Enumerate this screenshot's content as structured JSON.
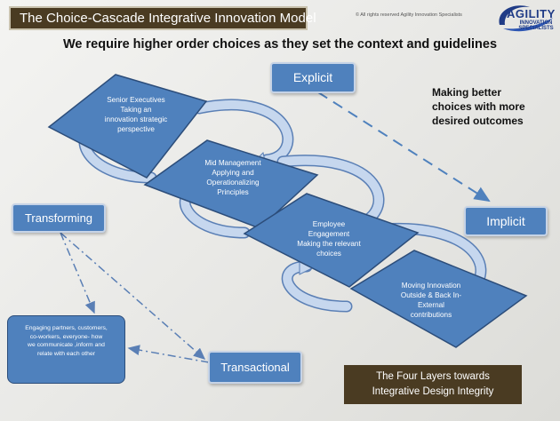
{
  "slide": {
    "title": "The Choice-Cascade Integrative Innovation Model",
    "copyright": "© All rights reserved Agility Innovation Specialists",
    "logo": {
      "name": "AGILITY",
      "subtitle_line1": "INNOVATION",
      "subtitle_line2": "SPECIALISTS"
    },
    "headline": "We require higher order choices as they set the context and guidelines"
  },
  "layers": [
    {
      "lines": [
        "Senior Executives",
        "Taking an",
        "innovation strategic",
        "perspective"
      ]
    },
    {
      "lines": [
        "Mid Management",
        "Applying and",
        "Operationalizing",
        "Principles"
      ]
    },
    {
      "lines": [
        "Employee",
        "Engagement",
        "Making the relevant",
        "choices"
      ]
    },
    {
      "lines": [
        "Moving Innovation",
        "Outside & Back In-",
        "External",
        "contributions"
      ]
    }
  ],
  "boxes": {
    "explicit": "Explicit",
    "implicit": "Implicit",
    "transforming": "Transforming",
    "transactional": "Transactional"
  },
  "side_note": [
    "Making better",
    "choices with more",
    "desired outcomes"
  ],
  "engagement_note": [
    "Engaging partners, customers,",
    "co-workers, everyone- how",
    "we communicate ,inform and",
    "relate with each other"
  ],
  "footer": [
    "The Four Layers towards",
    "Integrative Design Integrity"
  ],
  "colors": {
    "shape_fill": "#4f81bd",
    "shape_border": "#2c4d7a",
    "arrow_fill": "#c6d7ee",
    "title_bg": "#4a3b22"
  }
}
